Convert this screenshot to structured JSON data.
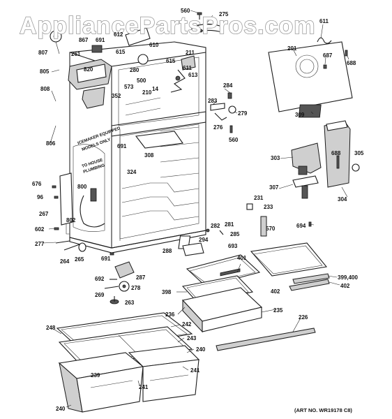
{
  "watermark": "AppliancePartsPros.com",
  "art_number": "(ART NO. WR19178 C8)",
  "notes": {
    "icemaker_line1": "ICEMAKER EQUIPPED",
    "icemaker_line2": "MODELS ONLY",
    "plumbing_line1": "TO HOUSE",
    "plumbing_line2": "PLUMBING"
  },
  "part_numbers": {
    "p560a": "560",
    "p275": "275",
    "p611a": "611",
    "p201": "201",
    "p687": "687",
    "p688a": "688",
    "p867": "867",
    "p691a": "691",
    "p612": "612",
    "p615a": "615",
    "p610": "610",
    "p211": "211",
    "p261": "261",
    "p807": "807",
    "p805": "805",
    "p820": "820",
    "p280": "280",
    "p615b": "615",
    "p611b": "611",
    "p613": "613",
    "p500": "500",
    "p573": "573",
    "p14": "14",
    "p210": "210",
    "p352": "352",
    "p808": "808",
    "p284": "284",
    "p283": "283",
    "p279": "279",
    "p276": "276",
    "p560b": "560",
    "p309": "309",
    "p806": "806",
    "p691b": "691",
    "p308": "308",
    "p324": "324",
    "p303": "303",
    "p688b": "688",
    "p305": "305",
    "p676": "676",
    "p96": "96",
    "p800": "800",
    "p307": "307",
    "p304": "304",
    "p267": "267",
    "p231": "231",
    "p233": "233",
    "p602": "602",
    "p802": "802",
    "p282": "282",
    "p281": "281",
    "p285": "285",
    "p570": "570",
    "p694": "694",
    "p277": "277",
    "p294": "294",
    "p693": "693",
    "p264": "264",
    "p265": "265",
    "p691c": "691",
    "p288": "288",
    "p401": "401",
    "p287": "287",
    "p399": "399,400",
    "p692": "692",
    "p402a": "402",
    "p269": "269",
    "p278": "278",
    "p398": "398",
    "p402b": "402",
    "p263": "263",
    "p236": "236",
    "p235": "235",
    "p226": "226",
    "p248": "248",
    "p242": "242",
    "p243": "243",
    "p240a": "240",
    "p239": "239",
    "p241a": "241",
    "p241b": "241",
    "p240b": "240"
  }
}
